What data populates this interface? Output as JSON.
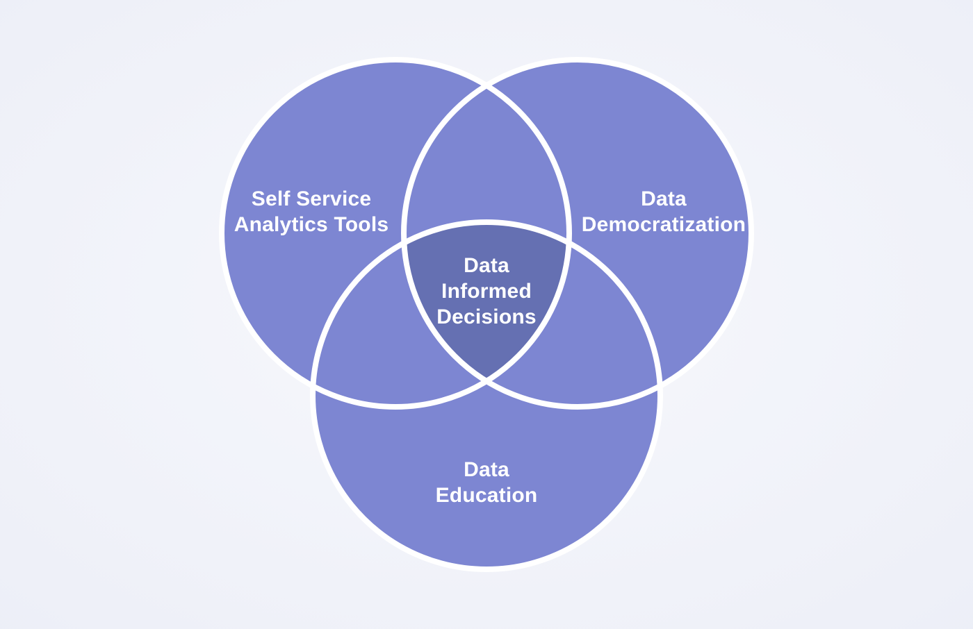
{
  "diagram": {
    "type": "venn-3-circle",
    "colors": {
      "background_center": "#f7f8fc",
      "background_edge": "#e5e8f3",
      "circle_fill": "#7d86d2",
      "triple_overlap_fill": "#6570b2",
      "circle_stroke": "#ffffff",
      "label_color": "#ffffff"
    },
    "sets": [
      {
        "name": "self-service-analytics-tools",
        "label_lines": [
          "Self Service",
          "Analytics Tools"
        ]
      },
      {
        "name": "data-democratization",
        "label_lines": [
          "Data",
          "Democratization"
        ]
      },
      {
        "name": "data-education",
        "label_lines": [
          "Data",
          "Education"
        ]
      }
    ],
    "intersection": {
      "name": "data-informed-decisions",
      "label_lines": [
        "Data",
        "Informed",
        "Decisions"
      ]
    }
  }
}
